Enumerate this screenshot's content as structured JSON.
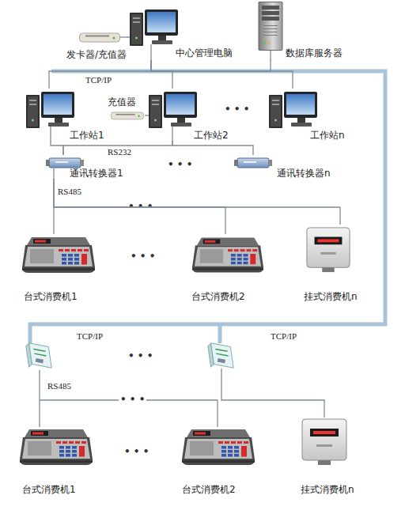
{
  "diagram": {
    "nodes": [
      {
        "text": [
          "中心管理电脑"
        ]
      },
      {
        "text": [
          "发卡器/充值器"
        ]
      },
      {
        "text": [
          "数据库服务器"
        ]
      },
      {
        "text": [
          "工作站1"
        ]
      },
      {
        "text": [
          "充值器"
        ]
      },
      {
        "text": [
          "工作站2"
        ]
      },
      {
        "text": [
          "工作站n"
        ]
      },
      {
        "text": [
          "通讯转换器1"
        ]
      },
      {
        "text": [
          "通讯转换器n"
        ]
      },
      {
        "text": [
          "台式消费机1"
        ]
      },
      {
        "text": [
          "台式消费机2"
        ]
      },
      {
        "text": [
          "挂式消费机n"
        ]
      },
      {
        "text": [
          "台式消费机1"
        ]
      },
      {
        "text": [
          "台式消费机2"
        ]
      },
      {
        "text": [
          "挂式消费机n"
        ]
      }
    ],
    "edges": [
      {
        "from": 1,
        "to": 0,
        "arrow": "none"
      },
      {
        "from": 0,
        "to": 2,
        "arrow": "none"
      },
      {
        "from": 0,
        "to": 3,
        "arrow": "none"
      },
      {
        "from": 0,
        "to": 5,
        "arrow": "none"
      },
      {
        "from": 0,
        "to": 6,
        "arrow": "none"
      },
      {
        "from": 4,
        "to": 5,
        "arrow": "none"
      },
      {
        "from": 3,
        "to": 7,
        "arrow": "none"
      },
      {
        "from": 5,
        "to": 7,
        "arrow": "none"
      },
      {
        "from": 5,
        "to": 8,
        "arrow": "none"
      },
      {
        "from": 7,
        "to": 9,
        "arrow": "none"
      },
      {
        "from": 7,
        "to": 10,
        "arrow": "none"
      },
      {
        "from": 7,
        "to": 11,
        "arrow": "none"
      }
    ],
    "labels": [
      "TCP/IP",
      "• • •",
      "RS232",
      "• • •",
      "RS485",
      "• • •",
      "• • •",
      "TCP/IP",
      "TCP/IP",
      "• • •",
      "RS485",
      "• • •",
      "• • •"
    ]
  }
}
